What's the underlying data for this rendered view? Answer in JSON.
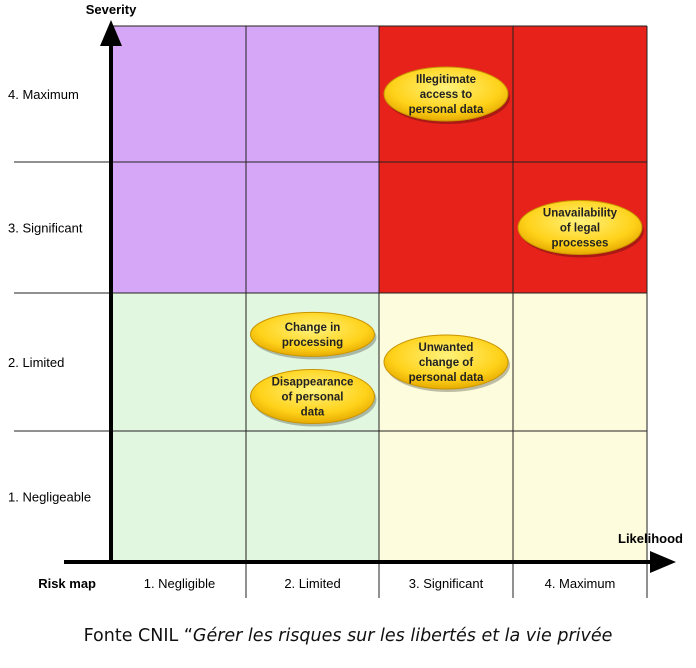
{
  "axes": {
    "y_title": "Severity",
    "x_title": "Likelihood",
    "corner_label": "Risk map",
    "y_levels": [
      "1. Negligeable",
      "2. Limited",
      "3. Significant",
      "4. Maximum"
    ],
    "x_levels": [
      "1. Negligible",
      "2. Limited",
      "3. Significant",
      "4. Maximum"
    ]
  },
  "zone_colors": {
    "low": "#e2f7df",
    "medium": "#fdfcdd",
    "high": "#e6221b",
    "purple": "#d6a7f7"
  },
  "cells": [
    {
      "likelihood": 1,
      "severity": 1,
      "zone": "low"
    },
    {
      "likelihood": 2,
      "severity": 1,
      "zone": "low"
    },
    {
      "likelihood": 3,
      "severity": 1,
      "zone": "medium"
    },
    {
      "likelihood": 4,
      "severity": 1,
      "zone": "medium"
    },
    {
      "likelihood": 1,
      "severity": 2,
      "zone": "low"
    },
    {
      "likelihood": 2,
      "severity": 2,
      "zone": "low"
    },
    {
      "likelihood": 3,
      "severity": 2,
      "zone": "medium"
    },
    {
      "likelihood": 4,
      "severity": 2,
      "zone": "medium"
    },
    {
      "likelihood": 1,
      "severity": 3,
      "zone": "purple"
    },
    {
      "likelihood": 2,
      "severity": 3,
      "zone": "purple"
    },
    {
      "likelihood": 3,
      "severity": 3,
      "zone": "high"
    },
    {
      "likelihood": 4,
      "severity": 3,
      "zone": "high"
    },
    {
      "likelihood": 1,
      "severity": 4,
      "zone": "purple"
    },
    {
      "likelihood": 2,
      "severity": 4,
      "zone": "purple"
    },
    {
      "likelihood": 3,
      "severity": 4,
      "zone": "high"
    },
    {
      "likelihood": 4,
      "severity": 4,
      "zone": "high"
    }
  ],
  "risks": [
    {
      "label_lines": [
        "Illegitimate",
        "access to",
        "personal data"
      ],
      "likelihood": 3.5,
      "severity": 4.5
    },
    {
      "label_lines": [
        "Unavailability",
        "of legal",
        "processes"
      ],
      "likelihood": 4.5,
      "severity": 3.5
    },
    {
      "label_lines": [
        "Change in",
        "processing"
      ],
      "likelihood": 2.5,
      "severity": 2.7
    },
    {
      "label_lines": [
        "Disappearance",
        "of personal",
        "data"
      ],
      "likelihood": 2.5,
      "severity": 2.25
    },
    {
      "label_lines": [
        "Unwanted",
        "change of",
        "personal data"
      ],
      "likelihood": 3.5,
      "severity": 2.5
    }
  ],
  "caption": {
    "prefix": "Fonte CNIL “",
    "italic": "Gérer les risques sur les libertés et la vie privée"
  }
}
